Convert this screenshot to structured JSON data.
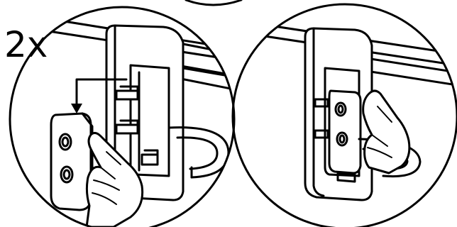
{
  "step": {
    "multiplier_label": "2x"
  },
  "panels": [
    {
      "name": "insert-clips-detail"
    },
    {
      "name": "pressed-clips-detail"
    }
  ],
  "icons": [
    "down-arrow-icon",
    "pointing-hand-icon"
  ],
  "colors": {
    "ink": "#000000",
    "background": "#ffffff"
  }
}
